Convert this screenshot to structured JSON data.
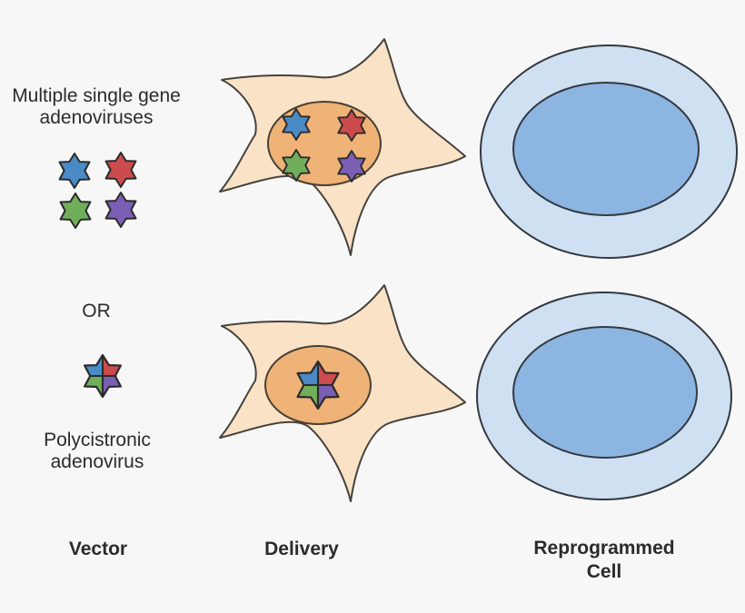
{
  "canvas": {
    "background": "#f7f7f7"
  },
  "labels": {
    "multiple_adenoviruses": "Multiple single gene\nadenoviruses",
    "or": "OR",
    "polycistronic": "Polycistronic\nadenovirus",
    "vector": "Vector",
    "delivery": "Delivery",
    "reprogrammed_cell": "Reprogrammed\nCell"
  },
  "columns": [
    "Vector",
    "Delivery",
    "Reprogrammed Cell"
  ],
  "colors": {
    "text": "#2b2b2b",
    "cell_body": "#f9e2c6",
    "cell_outline": "#46423c",
    "nucleus_fill": "#efb377",
    "nucleus_outline": "#473f35",
    "reprogrammed_outer": "#cfe0f3",
    "reprogrammed_inner": "#8db5e1",
    "reprogrammed_outline": "#333940",
    "star_blue": "#4a8ac5",
    "star_red": "#cc4b4d",
    "star_green": "#71ae5b",
    "star_purple": "#7a5fb4",
    "star_outline": "#2b2b2b"
  }
}
